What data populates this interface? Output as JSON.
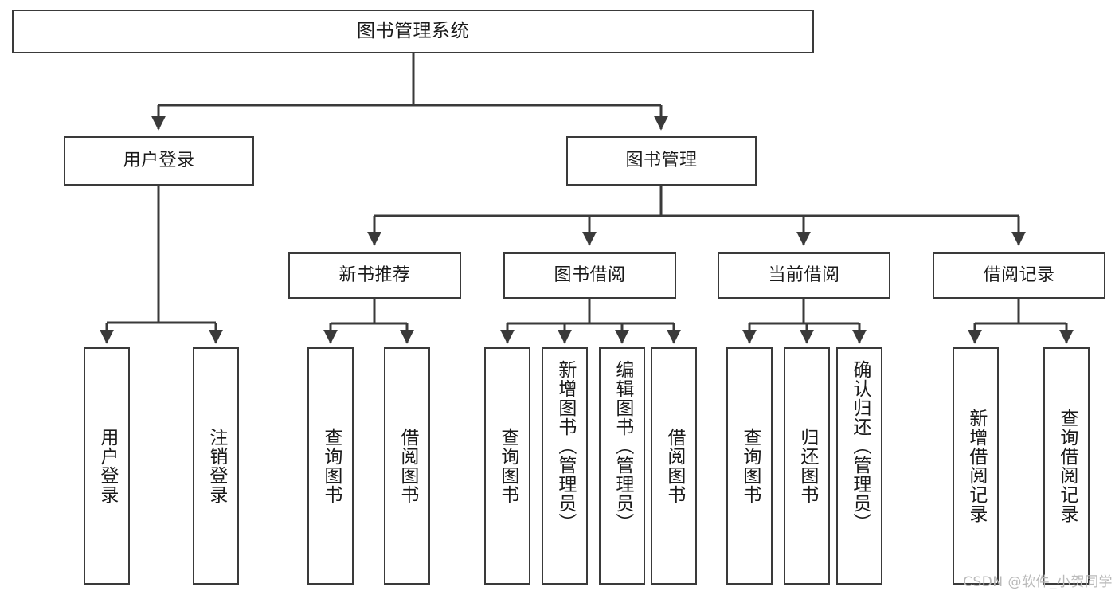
{
  "diagram": {
    "title": "图书管理系统",
    "type": "tree-hierarchy",
    "watermark": "CSDN @软件_小贺同学",
    "colors": {
      "box_border": "#3a3a3a",
      "box_fill": "#ffffff",
      "connector": "#3a3a3a",
      "text": "#1a1a1a",
      "watermark": "#b9b9b9"
    },
    "root": {
      "label": "图书管理系统"
    },
    "level2": [
      {
        "label": "用户登录"
      },
      {
        "label": "图书管理"
      }
    ],
    "level3": [
      {
        "label": "新书推荐"
      },
      {
        "label": "图书借阅"
      },
      {
        "label": "当前借阅"
      },
      {
        "label": "借阅记录"
      }
    ],
    "leaves": {
      "user_login": [
        {
          "label": "用户登录"
        },
        {
          "label": "注销登录"
        }
      ],
      "new_book_recommend": [
        {
          "label": "查询图书"
        },
        {
          "label": "借阅图书"
        }
      ],
      "book_borrow": [
        {
          "label": "查询图书"
        },
        {
          "label": "新增图书（管理员）"
        },
        {
          "label": "编辑图书（管理员）"
        },
        {
          "label": "借阅图书"
        }
      ],
      "current_borrow": [
        {
          "label": "查询图书"
        },
        {
          "label": "归还图书"
        },
        {
          "label": "确认归还（管理员）"
        }
      ],
      "borrow_record": [
        {
          "label": "新增借阅记录"
        },
        {
          "label": "查询借阅记录"
        }
      ]
    }
  }
}
